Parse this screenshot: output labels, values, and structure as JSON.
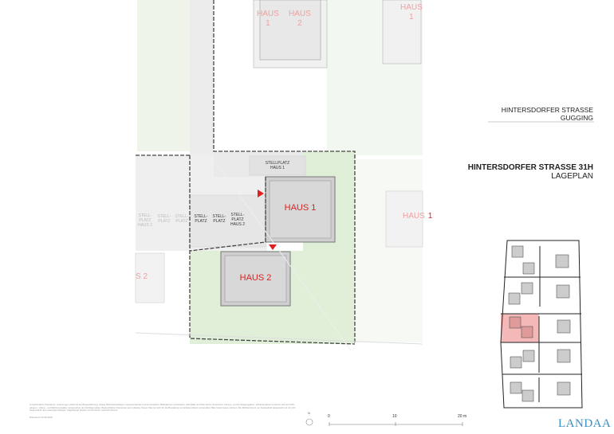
{
  "header": {
    "street": "HINTERSDORFER STRASSE",
    "town": "GUGGING",
    "project": "HINTERSDORFER STRASSE 31H",
    "plan_type": "LAGEPLAN"
  },
  "plan": {
    "top_labels": [
      "HAUS",
      "1",
      "HAUS",
      "2",
      "HAUS",
      "1"
    ],
    "haus1": "HAUS 1",
    "haus2": "HAUS 2",
    "neighbor_right": "HAUS",
    "neighbor_right_num": "1",
    "neighbor_left": "S 2",
    "stellplatz_haus1": "STELLPLATZ\nHAUS 1",
    "parking": [
      "STELL-\nPLATZ\nHAUS 2",
      "STELL-\nPLATZ",
      "STELL-\nPLATZ",
      "STELL-\nPLATZ",
      "STELL-\nPLATZ",
      "STELL-\nPLATZ\nHAUS 2"
    ]
  },
  "footer": {
    "disclaimer": "Unverbindliche Planskizze. Änderungen während der Bauausführung, infolge Behördenauflagen, haustechnischer und konstruktiver Maßnahmen vorbehalten. Alle Maße am Plan sind in Zentimeter. Fliesen- und Sonstigeangaben: Höhenangaben beziehen sich auf FOK. Längen-, Höhen- und Flächenangaben entsprechen den Rohbaumaßen. Baurechtliche Toleranzen sind zulässig. Dieser Plan ist nicht für die Bestellung von Einbaumöbeln verwendbar. Bitte Naturmasse nehmen. Die Möblierung ist nur beispielhaft dargestellt und ist nicht Gegenstand des Leistungsumfanges. Abgehängte Decken und Poterien nach Erfordernis.",
    "plan_date": "Planstand 22.06.2022",
    "north": "N",
    "scale_labels": [
      "0",
      "10",
      "20 m"
    ]
  },
  "logo": "LANDAA",
  "colors": {
    "accent_red": "#e02020",
    "logo_blue": "#3a8fc4",
    "green": "#e4efdc",
    "highlight": "#f4b8b8"
  }
}
